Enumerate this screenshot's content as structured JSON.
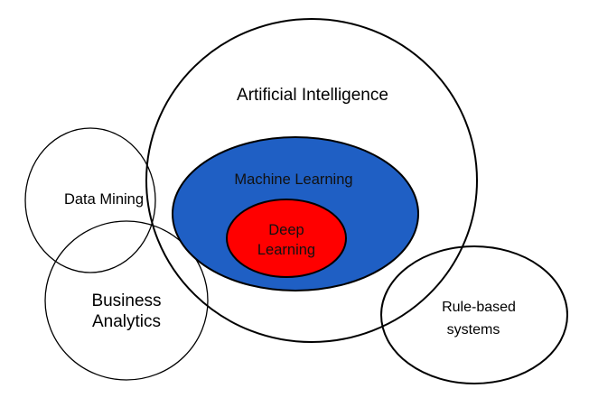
{
  "diagram": {
    "artificial_intelligence": {
      "label": "Artificial Intelligence"
    },
    "machine_learning": {
      "label": "Machine Learning",
      "fill": "#1f5fc4"
    },
    "deep_learning": {
      "label_lines": [
        "Deep",
        "Learning"
      ],
      "fill": "#ff0000"
    },
    "data_mining": {
      "label": "Data Mining"
    },
    "business_analytics": {
      "label_lines": [
        "Business",
        "Analytics"
      ]
    },
    "rule_based_systems": {
      "label_lines": [
        "Rule-based",
        "systems"
      ]
    }
  }
}
